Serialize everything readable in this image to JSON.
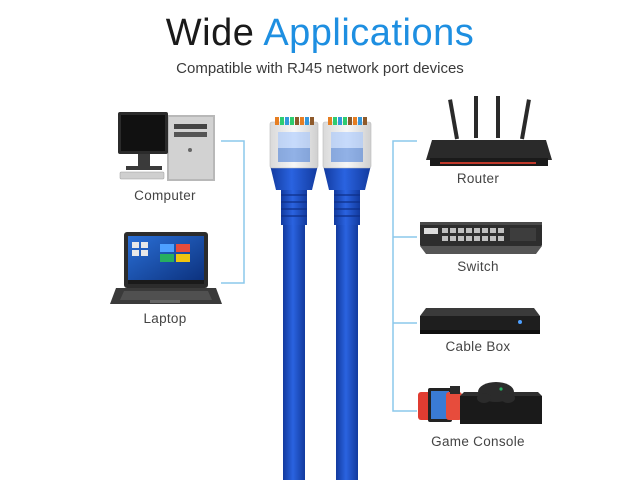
{
  "title": {
    "part1": "Wide",
    "part2": "Applications"
  },
  "subtitle": "Compatible with RJ45 network port devices",
  "devices": {
    "left": [
      {
        "label": "Computer",
        "icon": "desktop-computer-icon"
      },
      {
        "label": "Laptop",
        "icon": "laptop-icon"
      }
    ],
    "right": [
      {
        "label": "Router",
        "icon": "router-icon"
      },
      {
        "label": "Switch",
        "icon": "network-switch-icon"
      },
      {
        "label": "Cable Box",
        "icon": "cable-box-icon"
      },
      {
        "label": "Game Console",
        "icon": "game-console-icon"
      }
    ]
  },
  "colors": {
    "accent": "#1e8fe1",
    "cable": "#1c4fd0",
    "bracket": "#8cc8ec"
  }
}
